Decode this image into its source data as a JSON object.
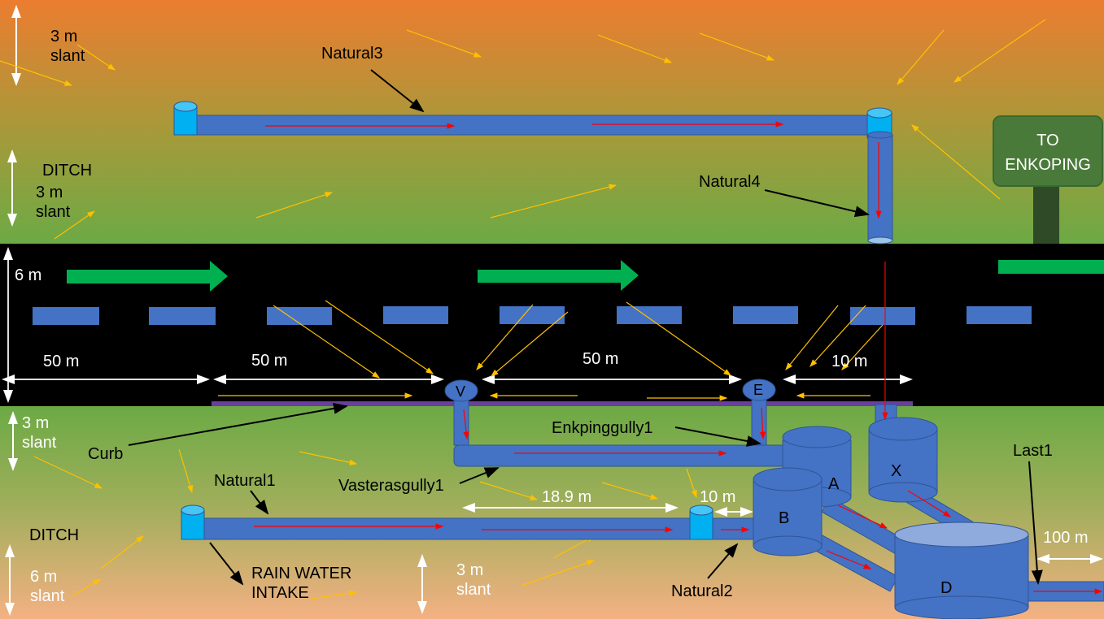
{
  "colors": {
    "sky_top": "#e87d2f",
    "grass": "#6fae45",
    "road": "#000000",
    "pipe": "#4472c4",
    "curb": "#5a3fa0",
    "flow_arrow": "#ff0000",
    "rain_arrow": "#ffc000",
    "traffic_arrow": "#00b050",
    "sign": "#4a7a3a",
    "bottom": "#f4b183"
  },
  "labels": {
    "top_slant": "3 m\nslant",
    "ditch_top": "DITCH",
    "ditch_top_slant": "3 m\nslant",
    "natural3": "Natural3",
    "natural4": "Natural4",
    "sign": "TO\nENKOPING",
    "road_width": "6 m",
    "seg1": "50 m",
    "seg2": "50 m",
    "seg3": "50 m",
    "seg4": "10 m",
    "gully_v": "V",
    "gully_e": "E",
    "bottom_slant": "3 m\nslant",
    "curb": "Curb",
    "enkpinggully1": "Enkpinggully1",
    "vasterasgully1": "Vasterasgully1",
    "natural1": "Natural1",
    "ditch_bottom": "DITCH",
    "bottom_6m_slant": "6 m\nslant",
    "rain_water_intake": "RAIN WATER\nINTAKE",
    "dist_18_9": "18.9 m",
    "dist_10": "10 m",
    "natural2": "Natural2",
    "bottom_3m_slant": "3 m\nslant",
    "tank_a": "A",
    "tank_b": "B",
    "tank_x": "X",
    "tank_d": "D",
    "last1": "Last1",
    "dist_100": "100 m"
  }
}
